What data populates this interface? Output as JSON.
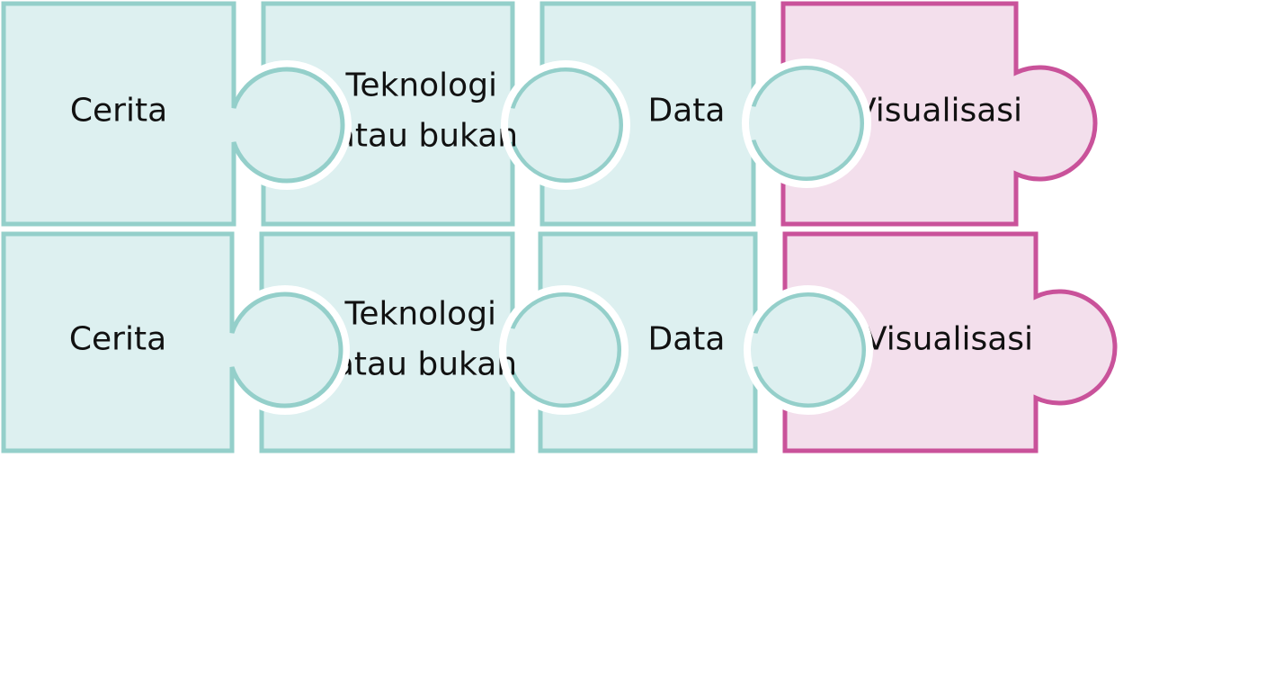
{
  "colors": {
    "teal_fill": "#ddf0f0",
    "teal_stroke": "#94cfca",
    "pink_fill": "#f3dfec",
    "pink_stroke": "#c9529a",
    "text": "#111111",
    "background": "#ffffff"
  },
  "rows": [
    {
      "pieces": [
        {
          "lines": [
            "Cerita"
          ],
          "color": "teal"
        },
        {
          "lines": [
            "Teknologi",
            "atau bukan"
          ],
          "color": "teal"
        },
        {
          "lines": [
            "Data"
          ],
          "color": "teal"
        },
        {
          "lines": [
            "Visualisasi"
          ],
          "color": "pink"
        }
      ]
    },
    {
      "pieces": [
        {
          "lines": [
            "Cerita"
          ],
          "color": "teal"
        },
        {
          "lines": [
            "Teknologi",
            "atau bukan"
          ],
          "color": "teal"
        },
        {
          "lines": [
            "Data"
          ],
          "color": "teal"
        },
        {
          "lines": [
            "Visualisasi"
          ],
          "color": "pink"
        }
      ]
    }
  ]
}
